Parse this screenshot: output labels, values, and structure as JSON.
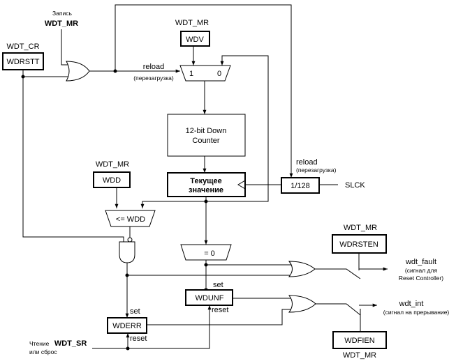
{
  "labels": {
    "write_caption": "Запись",
    "write_reg": "WDT_MR",
    "wdt_cr": "WDT_CR",
    "wdrstt": "WDRSTT",
    "wdt_mr_top": "WDT_MR",
    "wdv": "WDV",
    "reload_top": "reload",
    "reload_top_ru": "(перезагрузка)",
    "mux_in1": "1",
    "mux_in0": "0",
    "counter_line1": "12-bit Down",
    "counter_line2": "Counter",
    "current_line1": "Текущее",
    "current_line2": "значение",
    "wdt_mr_wdd": "WDT_MR",
    "wdd": "WDD",
    "reload_right": "reload",
    "reload_right_ru": "(перезагрузка)",
    "div": "1/128",
    "slck": "SLCK",
    "cmp_wdd": "<= WDD",
    "cmp_zero": "= 0",
    "wdt_mr_rsten": "WDT_MR",
    "wdrsten": "WDRSTEN",
    "wdt_fault": "wdt_fault",
    "wdt_fault_ru1": "(сигнал для",
    "wdt_fault_ru2": "Reset Controller)",
    "set_unf": "set",
    "wdunf": "WDUNF",
    "reset_unf": "reset",
    "set_err": "set",
    "wderr": "WDERR",
    "reset_err": "reset",
    "wdt_int": "wdt_int",
    "wdt_int_ru": "(сигнал на прерывание)",
    "read_caption": "Чтение",
    "read_reg": "WDT_SR",
    "or_reset": "или сброс",
    "wdfien": "WDFIEN",
    "wdt_mr_bottom": "WDT_MR"
  }
}
